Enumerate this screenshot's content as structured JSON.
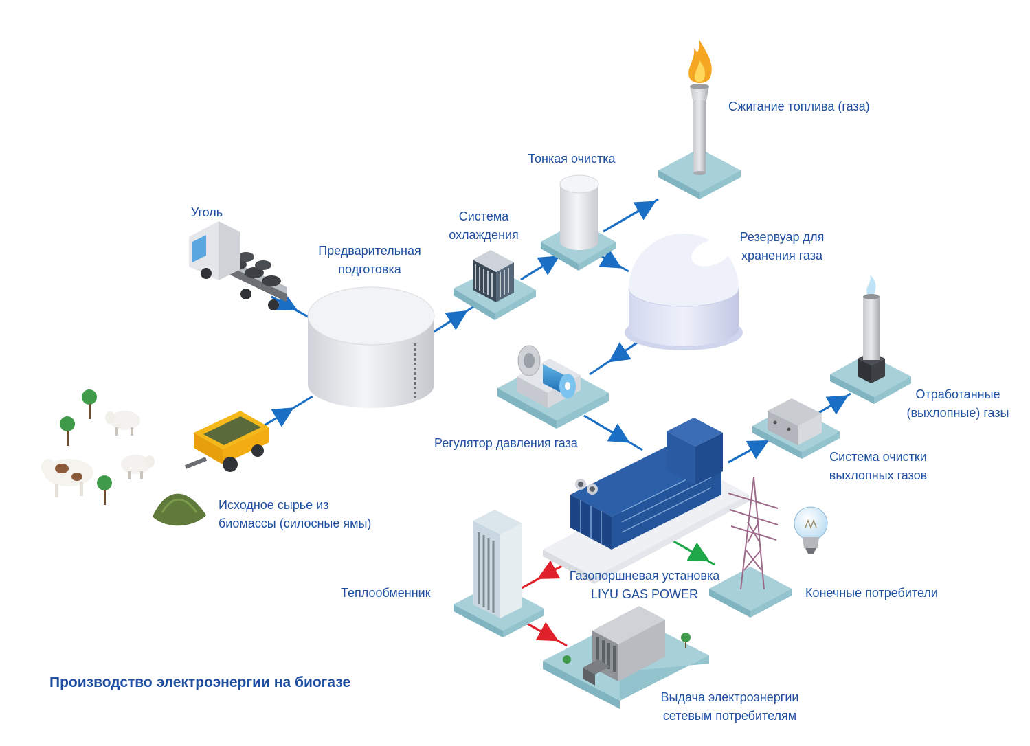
{
  "title": "Производство электроэнергии на биогазе",
  "labels": {
    "coal": "Уголь",
    "pretreatment": "Предварительная\nподготовка",
    "cooling": "Система\nохлаждения",
    "fine_purification": "Тонкая очистка",
    "flare": "Сжигание топлива (газа)",
    "gas_storage": "Резервуар для\nхранения газа",
    "pressure_regulator": "Регулятор давления газа",
    "biomass": "Исходное сырье из\nбиомассы (силосные ямы)",
    "engine": "Газопоршневая установка\nLIYU GAS POWER",
    "exhaust_cleaning": "Система очистки\nвыхлопных газов",
    "exhaust_gases": "Отработанные\n(выхлопные) газы",
    "heat_exchanger": "Теплообменник",
    "end_consumers": "Конечные потребители",
    "grid_output": "Выдача электроэнергии\nсетевым потребителям"
  },
  "colors": {
    "label_text": "#1f4fa0",
    "gas_flow": "#1a6fc4",
    "heat_flow": "#e0202a",
    "power_flow": "#1fa84a",
    "platform": "#a8d0d8",
    "platform_side": "#7fb4c0"
  },
  "icons": [
    "truck-icon",
    "digester-tank-icon",
    "trailer-icon",
    "silage-pile-icon",
    "cow-icon",
    "sheep-icon",
    "tree-icon",
    "cooling-unit-icon",
    "purifier-cylinder-icon",
    "flare-stack-icon",
    "gas-holder-dome-icon",
    "pressure-regulator-icon",
    "gas-engine-icon",
    "exhaust-cleaner-box-icon",
    "chimney-icon",
    "heat-exchanger-icon",
    "power-pylon-icon",
    "light-bulb-icon",
    "office-building-icon"
  ]
}
